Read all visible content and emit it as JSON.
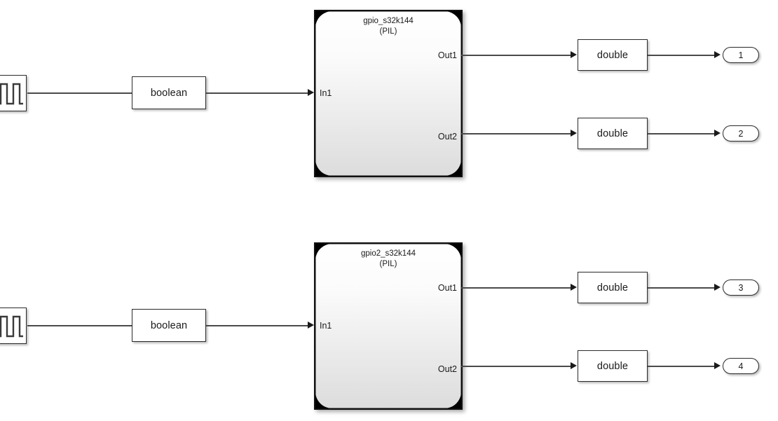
{
  "diagram": {
    "title": "Simulink PIL block diagram",
    "background_color": "#ffffff",
    "line_color": "#4a4a4a",
    "block_border_color": "#2b2b2b",
    "pil_gradient_top": "#ffffff",
    "pil_gradient_bottom": "#dcdcdc"
  },
  "rows": [
    {
      "pulse_generator": {
        "icon": "square-wave-icon"
      },
      "boolean_block": {
        "label": "boolean"
      },
      "pil_block": {
        "name": "gpio_s32k144",
        "subtitle": "(PIL)",
        "input_port": "In1",
        "output_ports": [
          "Out1",
          "Out2"
        ]
      },
      "double_blocks": [
        {
          "label": "double"
        },
        {
          "label": "double"
        }
      ],
      "outports": [
        {
          "number": "1"
        },
        {
          "number": "2"
        }
      ]
    },
    {
      "pulse_generator": {
        "icon": "square-wave-icon"
      },
      "boolean_block": {
        "label": "boolean"
      },
      "pil_block": {
        "name": "gpio2_s32k144",
        "subtitle": "(PIL)",
        "input_port": "In1",
        "output_ports": [
          "Out1",
          "Out2"
        ]
      },
      "double_blocks": [
        {
          "label": "double"
        },
        {
          "label": "double"
        }
      ],
      "outports": [
        {
          "number": "3"
        },
        {
          "number": "4"
        }
      ]
    }
  ]
}
